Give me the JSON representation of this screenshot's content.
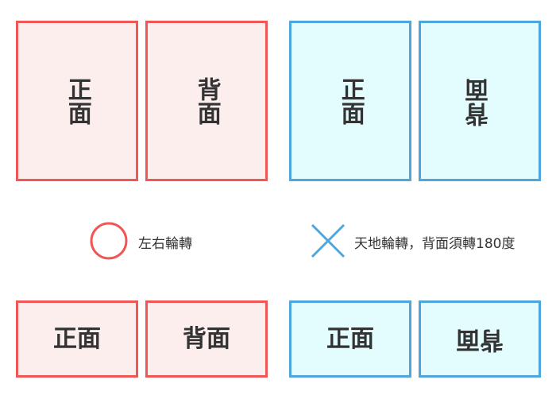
{
  "cards": {
    "front": "正面",
    "back": "背面"
  },
  "legend": {
    "circle_label": "左右輪轉",
    "cross_label": "天地輪轉，背面須轉180度"
  },
  "colors": {
    "red_border": "#ef5757",
    "red_fill": "#fdeeee",
    "blue_border": "#4ea6dc",
    "blue_fill": "#e3fdfe"
  }
}
